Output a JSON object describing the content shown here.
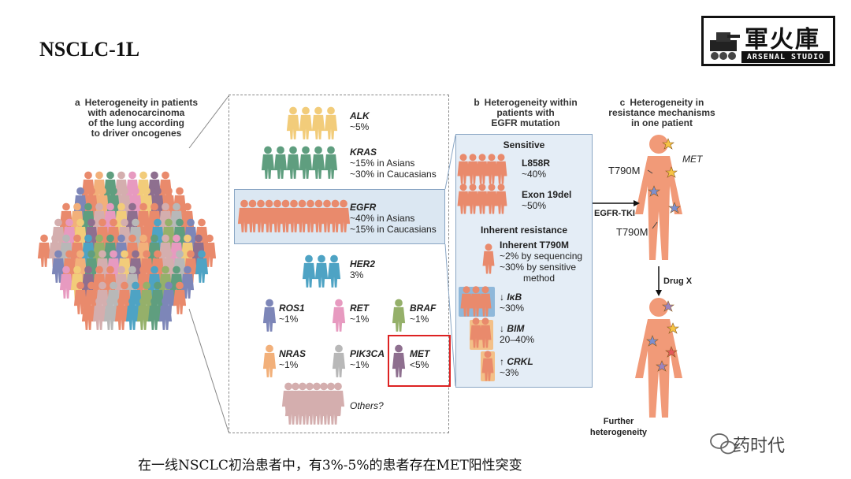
{
  "slide_title": "NSCLC-1L",
  "logo": {
    "main": "軍火庫",
    "sub": "ARSENAL STUDIO"
  },
  "panel_a": {
    "letter": "a",
    "title_lines": [
      "Heterogeneity in patients",
      "with adenocarcinoma",
      "of the lung according",
      "to driver oncogenes"
    ],
    "groups": [
      {
        "gene": "ALK",
        "lines": [
          "~5%"
        ]
      },
      {
        "gene": "KRAS",
        "lines": [
          "~15% in Asians",
          "~30% in Caucasians"
        ]
      },
      {
        "gene": "EGFR",
        "lines": [
          "~40% in Asians",
          "~15% in Caucasians"
        ]
      },
      {
        "gene": "HER2",
        "lines": [
          "3%"
        ]
      },
      {
        "gene": "ROS1",
        "lines": [
          "~1%"
        ]
      },
      {
        "gene": "RET",
        "lines": [
          "~1%"
        ]
      },
      {
        "gene": "BRAF",
        "lines": [
          "~1%"
        ]
      },
      {
        "gene": "NRAS",
        "lines": [
          "~1%"
        ]
      },
      {
        "gene": "PIK3CA",
        "lines": [
          "~1%"
        ]
      },
      {
        "gene": "MET",
        "lines": [
          "<5%"
        ]
      }
    ],
    "others": "Others?"
  },
  "panel_b": {
    "letter": "b",
    "title_lines": [
      "Heterogeneity within",
      "patients with",
      "EGFR mutation"
    ],
    "sensitive_head": "Sensitive",
    "sensitive": [
      {
        "name": "L858R",
        "value": "~40%"
      },
      {
        "name": "Exon 19del",
        "value": "~50%"
      }
    ],
    "resistance_head": "Inherent resistance",
    "t790m": {
      "name": "Inherent T790M",
      "lines": [
        "~2% by sequencing",
        "~30% by sensitive",
        "method"
      ]
    },
    "resistance": [
      {
        "arrow": "↓",
        "name": "IκB",
        "value": "~30%"
      },
      {
        "arrow": "↓",
        "name": "BIM",
        "value": "20–40%"
      },
      {
        "arrow": "↑",
        "name": "CRKL",
        "value": "~3%"
      }
    ]
  },
  "panel_c": {
    "letter": "c",
    "title_lines": [
      "Heterogeneity in",
      "resistance mechanisms",
      "in one patient"
    ],
    "label_met": "MET",
    "label_t790m_1": "T790M",
    "label_t790m_2": "T790M",
    "arrow_1": "EGFR-TKI",
    "arrow_2": "Drug X",
    "footer_lines": [
      "Further",
      "heterogeneity"
    ]
  },
  "caption": "在一线NSCLC初治患者中，有3%-5%的患者存在MET阳性突变",
  "watermark": "药时代",
  "colors": {
    "alk": "#f2cc7a",
    "kras": "#5f9e7f",
    "egfr": "#e98a6c",
    "her2": "#4ea3c4",
    "ros1": "#7d86b8",
    "ret": "#e79ac0",
    "braf": "#95b06a",
    "nras": "#f2b07a",
    "pik3ca": "#b8b8b8",
    "met": "#8e6f8f",
    "others": "#d4aeae",
    "highlight": "#d22222"
  }
}
